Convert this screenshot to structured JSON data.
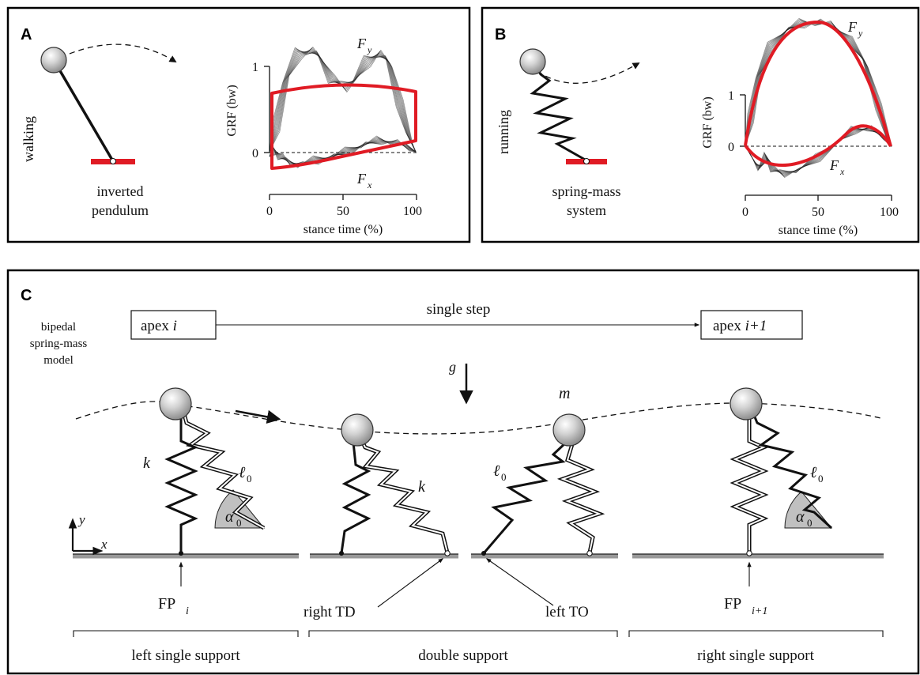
{
  "panel_a": {
    "letter": "A",
    "gait": "walking",
    "model_line1": "inverted",
    "model_line2": "pendulum",
    "y_axis_label": "GRF (bw)",
    "y_ticks": [
      "0",
      "1"
    ],
    "x_ticks": [
      "0",
      "50",
      "100"
    ],
    "x_axis_label": "stance time (%)",
    "force_y_label": "F",
    "force_y_sub": "y",
    "force_x_label": "F",
    "force_x_sub": "x"
  },
  "panel_b": {
    "letter": "B",
    "gait": "running",
    "model_line1": "spring-mass",
    "model_line2": "system",
    "y_axis_label": "GRF (bw)",
    "y_ticks": [
      "0",
      "1"
    ],
    "x_ticks": [
      "0",
      "50",
      "100"
    ],
    "x_axis_label": "stance time (%)",
    "force_y_label": "F",
    "force_y_sub": "y",
    "force_x_label": "F",
    "force_x_sub": "x"
  },
  "panel_c": {
    "letter": "C",
    "model_line1": "bipedal",
    "model_line2": "spring-mass",
    "model_line3": "model",
    "apex_start": "apex ",
    "apex_start_index": "i",
    "apex_end": "apex ",
    "apex_end_index": "i+1",
    "step_label": "single step",
    "gravity": "g",
    "mass": "m",
    "stiffness": "k",
    "rest_length": "ℓ",
    "rest_length_sub": "0",
    "angle": "α",
    "angle_sub": "0",
    "axis_x": "x",
    "axis_y": "y",
    "fp_start": "FP",
    "fp_start_sub": "i",
    "fp_end": "FP",
    "fp_end_sub": "i+1",
    "right_td": "right TD",
    "left_to": "left TO",
    "phases": [
      "left single support",
      "double support",
      "right single support"
    ]
  },
  "colors": {
    "red": "#e01b24",
    "mass_fill": "#c8c8c8",
    "angle_fill": "#c0c0c0",
    "ground": "#999999"
  }
}
